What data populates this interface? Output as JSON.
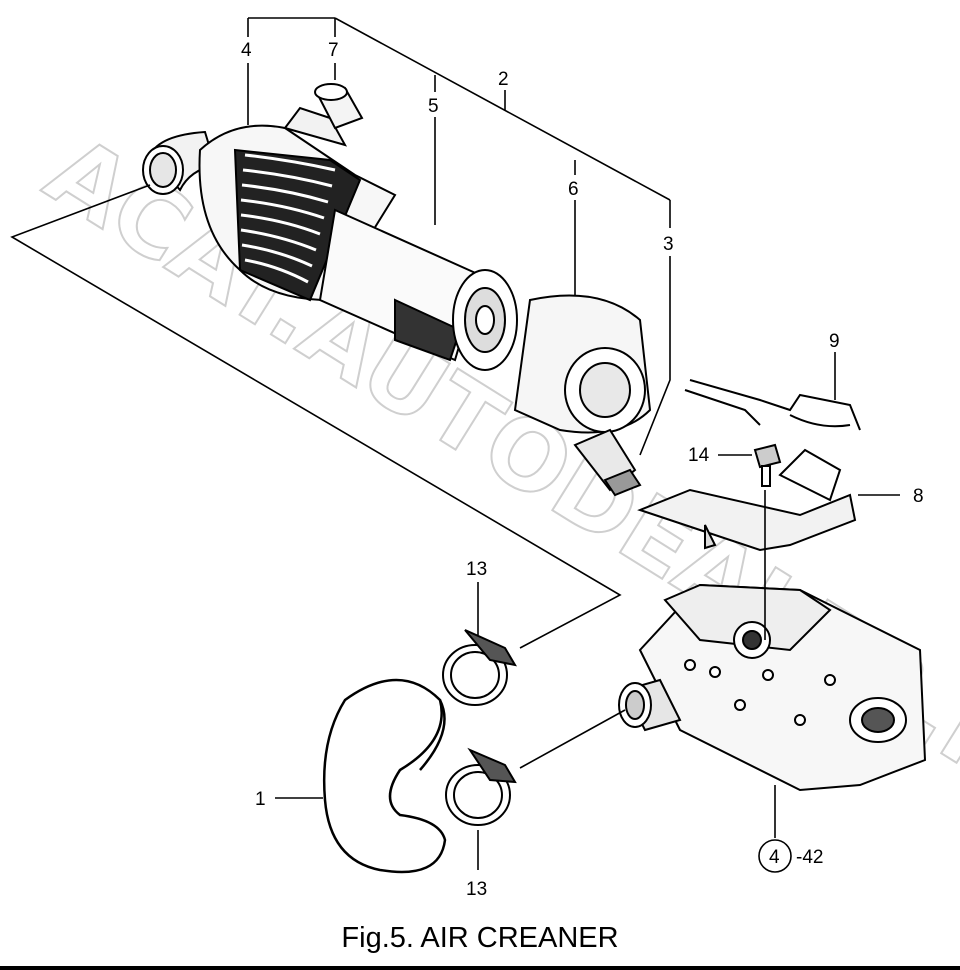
{
  "caption": "Fig.5.  AIR CREANER",
  "watermark": "ACAT.AUTODEALER.RU",
  "callouts": {
    "c1": "1",
    "c2": "2",
    "c3": "3",
    "c4": "4",
    "c5": "5",
    "c6": "6",
    "c7": "7",
    "c8": "8",
    "c9": "9",
    "c13a": "13",
    "c13b": "13",
    "c14": "14",
    "ref_circle": "4",
    "ref_suffix": "-42"
  }
}
